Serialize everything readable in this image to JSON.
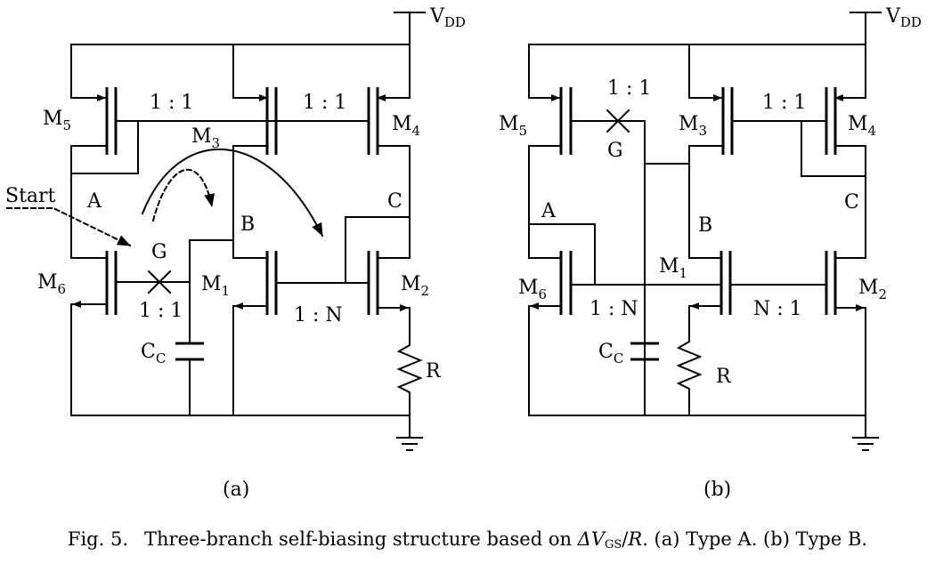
{
  "figure": {
    "panel_a": {
      "vdd": "V",
      "vdd_sub": "DD",
      "m5": "M",
      "m5_sub": "5",
      "m3": "M",
      "m3_sub": "3",
      "m4": "M",
      "m4_sub": "4",
      "m6": "M",
      "m6_sub": "6",
      "m1": "M",
      "m1_sub": "1",
      "m2": "M",
      "m2_sub": "2",
      "ratio_top_left": "1 : 1",
      "ratio_top_right": "1 : 1",
      "ratio_g": "1 : 1",
      "ratio_mid": "1 : N",
      "node_a": "A",
      "node_b": "B",
      "node_c": "C",
      "node_g": "G",
      "start": "Start",
      "cc": "C",
      "cc_sub": "C",
      "r": "R",
      "panel_label": "(a)"
    },
    "panel_b": {
      "vdd": "V",
      "vdd_sub": "DD",
      "m5": "M",
      "m5_sub": "5",
      "m3": "M",
      "m3_sub": "3",
      "m4": "M",
      "m4_sub": "4",
      "m6": "M",
      "m6_sub": "6",
      "m1": "M",
      "m1_sub": "1",
      "m2": "M",
      "m2_sub": "2",
      "ratio_top_left": "1 : 1",
      "ratio_top_right": "1 : 1",
      "ratio_left": "1 : N",
      "ratio_right": "N : 1",
      "node_a": "A",
      "node_b": "B",
      "node_c": "C",
      "node_g": "G",
      "cc": "C",
      "cc_sub": "C",
      "r": "R",
      "panel_label": "(b)"
    }
  },
  "caption": {
    "fig_label": "Fig. 5.",
    "text_before": "Three-branch self-biasing structure based on ",
    "delta": "ΔV",
    "delta_sub": "GS",
    "text_slash": "/",
    "r": "R",
    "text_after": ". (a) Type A. (b) Type B."
  }
}
